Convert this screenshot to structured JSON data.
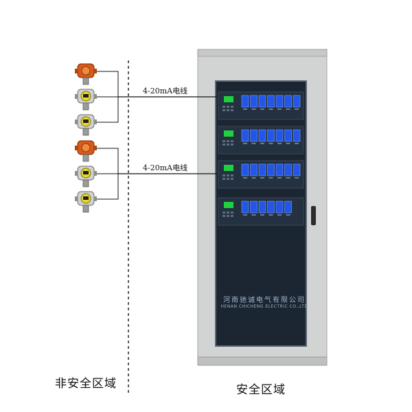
{
  "labels": {
    "cable_top": "4-20mA电线",
    "cable_bottom": "4-20mA电线",
    "unsafe_zone": "非安全区域",
    "safe_zone": "安全区域"
  },
  "cabinet": {
    "brand_cn": "河南驰诚电气有限公司",
    "brand_en": "HENAN CHICHENG ELECTRIC CO.,LTD"
  },
  "detectors": [
    {
      "type": "explosion-proof",
      "housing": "orange"
    },
    {
      "type": "gas-detector",
      "housing": "yellow"
    },
    {
      "type": "gas-detector",
      "housing": "yellow"
    },
    {
      "type": "explosion-proof",
      "housing": "orange"
    },
    {
      "type": "gas-detector",
      "housing": "yellow"
    },
    {
      "type": "gas-detector",
      "housing": "yellow"
    }
  ],
  "colors": {
    "cabinet_body": "#d2d4d3",
    "panel": "#1f2935",
    "display_blue": "#2456e6",
    "display_green": "#20d040",
    "housing_orange": "#d75a1a",
    "housing_yellow": "#e8d82a"
  }
}
